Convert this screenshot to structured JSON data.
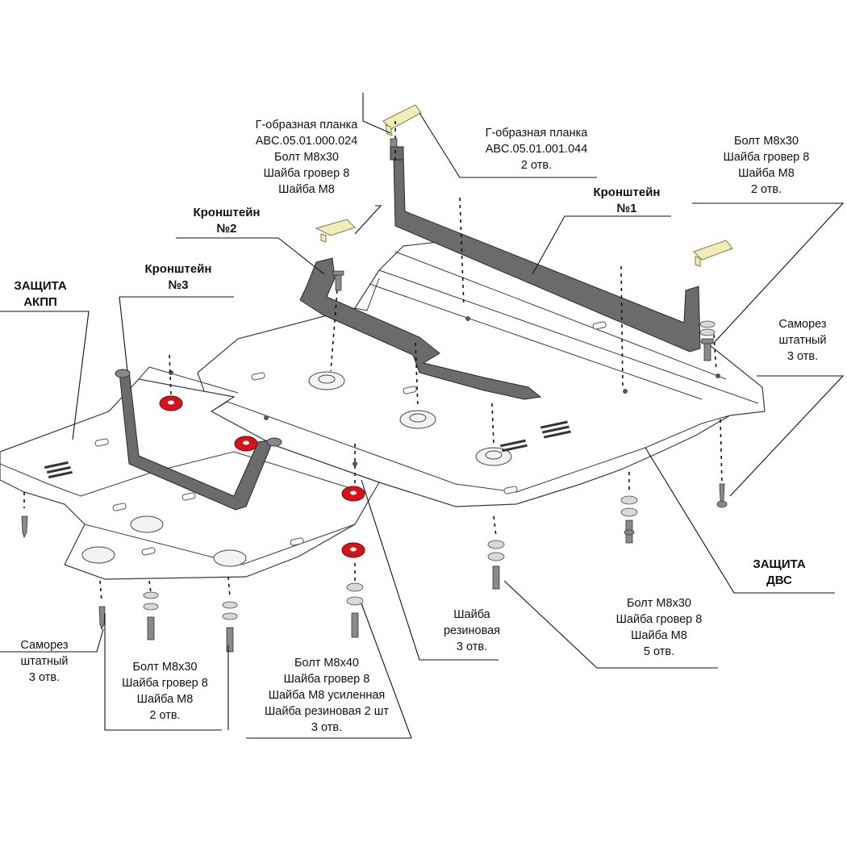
{
  "labels": {
    "zashchita_akpp": [
      "ЗАЩИТА",
      "АКПП"
    ],
    "zashchita_dvs": [
      "ЗАЩИТА",
      "ДВС"
    ],
    "kronshtein_1": [
      "Кронштейн",
      "№1"
    ],
    "kronshtein_2": [
      "Кронштейн",
      "№2"
    ],
    "kronshtein_3": [
      "Кронштейн",
      "№3"
    ],
    "g_planka_024": [
      "Г-образная планка",
      "ABC.05.01.000.024",
      "Болт М8х30",
      "Шайба гровер 8",
      "Шайба М8"
    ],
    "g_planka_044": [
      "Г-образная планка",
      "ABC.05.01.001.044",
      "2 отв."
    ],
    "bolt_right_top": [
      "Болт М8х30",
      "Шайба гровер 8",
      "Шайба М8",
      "2 отв."
    ],
    "samorez_right": [
      "Саморез",
      "штатный",
      "3 отв."
    ],
    "samorez_left": [
      "Саморез",
      "штатный",
      "3 отв."
    ],
    "shaiba_rezinovaya": [
      "Шайба",
      "резиновая",
      "3 отв."
    ],
    "bolt_5otv": [
      "Болт М8х30",
      "Шайба гровер 8",
      "Шайба М8",
      "5 отв."
    ],
    "bolt_2otv": [
      "Болт М8х30",
      "Шайба гровер 8",
      "Шайба М8",
      "2 отв."
    ],
    "bolt_m8x40": [
      "Болт М8х40",
      "Шайба гровер 8",
      "Шайба М8 усиленная",
      "Шайба резиновая 2 шт",
      "3 отв."
    ]
  },
  "colors": {
    "bracket": "#6b6b6b",
    "rubber_washer": "#d6121a",
    "l_plank": "#f2ecb8",
    "line": "#111111"
  }
}
